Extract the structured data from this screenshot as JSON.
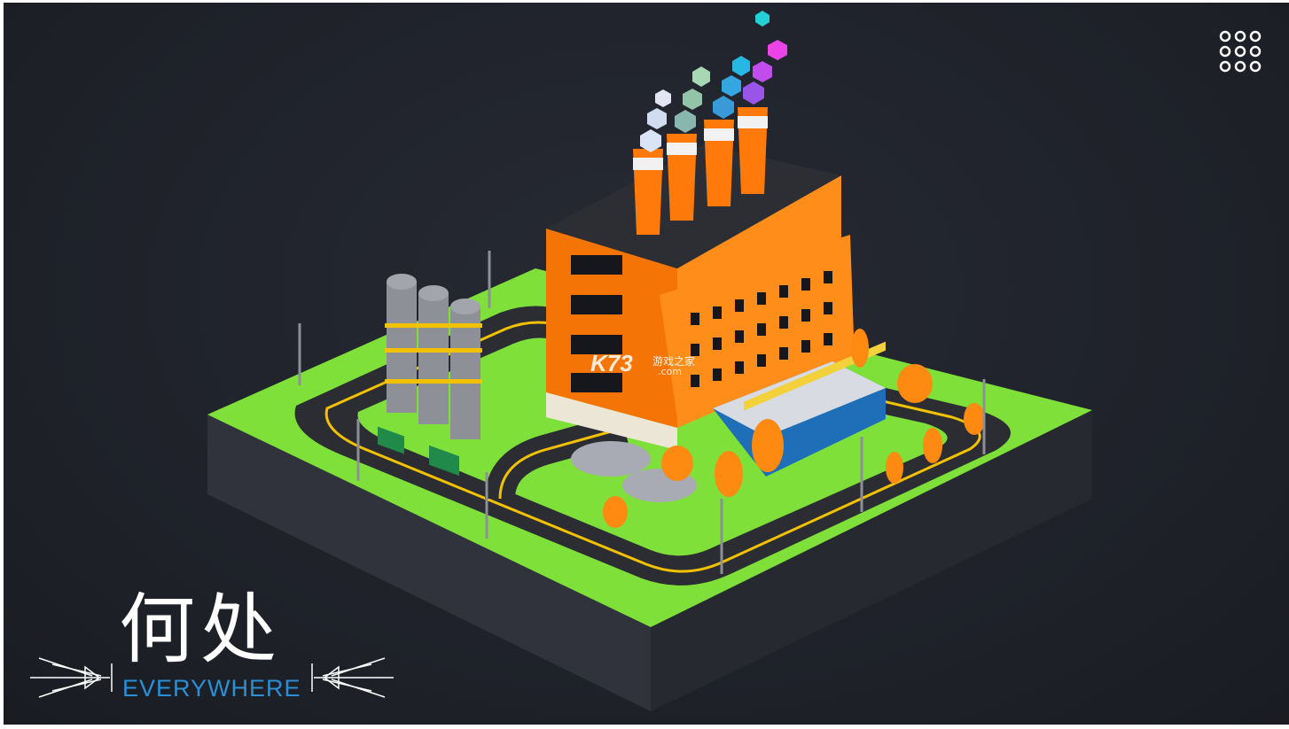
{
  "game": {
    "title_cn": "何处",
    "title_en": "Everywhere"
  },
  "watermark": {
    "mark": "K73",
    "cn": "游戏之家",
    "domain": ".com"
  },
  "ui": {
    "menu_icon": "grid-menu-icon"
  },
  "colors": {
    "background": "#1f222a",
    "platform_grass": "#7fe03a",
    "factory": "#ff7a0a",
    "road": "#2b2d33",
    "road_line": "#f2c200",
    "office_roof": "#d8dbe2",
    "office_wall": "#1e6fb8",
    "trees": "#ff8a12",
    "logo_accent": "#2a8fd6"
  }
}
